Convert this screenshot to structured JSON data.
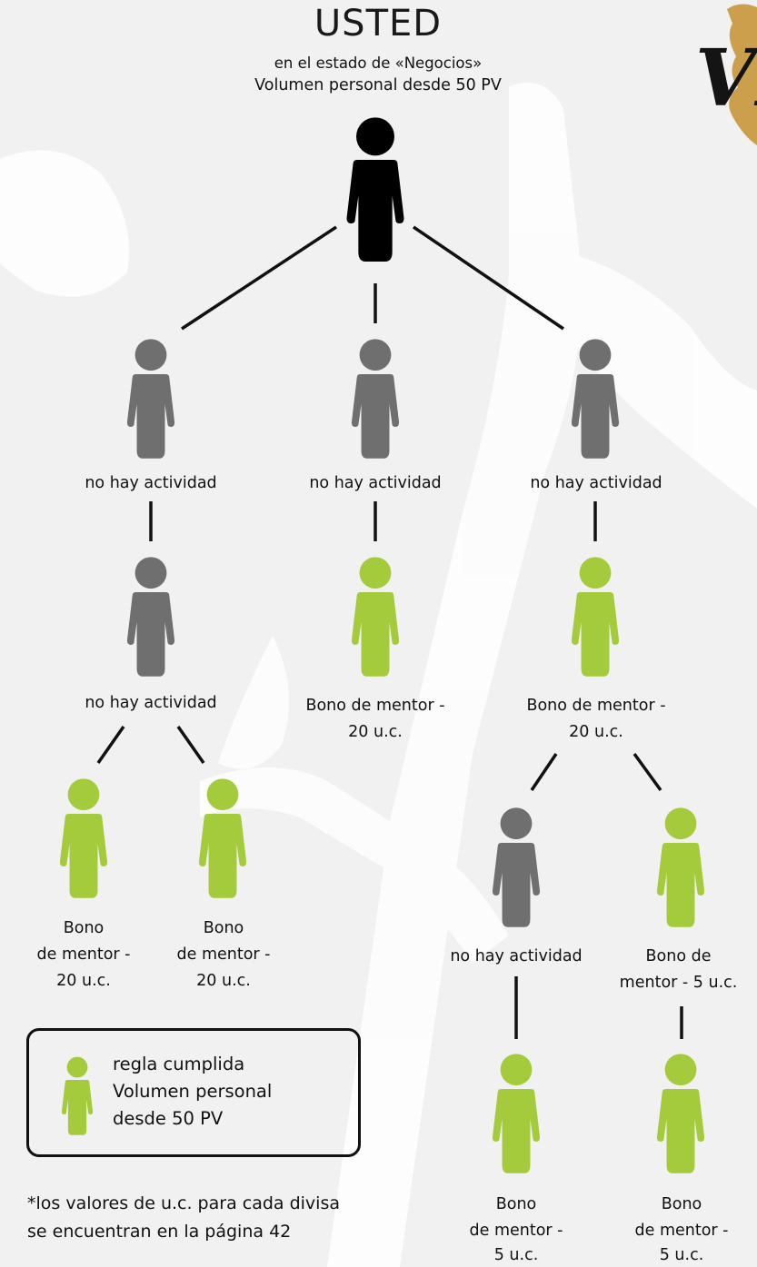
{
  "header": {
    "title": "USTED",
    "subtitle_1": "en el estado de «Negocios»",
    "subtitle_2": "Volumen personal desde 50 PV",
    "logo_text": "VI"
  },
  "colors": {
    "background": "#f1f1f1",
    "top_person": "#000000",
    "inactive_person": "#6f6f6f",
    "active_person": "#a4cb3b",
    "watermark": "#ffffff"
  },
  "labels": {
    "no_activity": "no hay actividad",
    "bono_20_a": "Bono de mentor -",
    "bono_20_b": "20 u.c.",
    "bono_20_split_a": "Bono",
    "bono_20_split_b": "de mentor -",
    "bono_5_right_a": "Bono de",
    "bono_5_right_b": "mentor - 5 u.c.",
    "bono_5_bottom_a": "Bono",
    "bono_5_bottom_b": "de mentor -",
    "bono_5_bottom_c": "5 u.c."
  },
  "legend": {
    "line_1": "regla cumplida",
    "line_2": "Volumen personal",
    "line_3": "desde 50 PV"
  },
  "footnote": {
    "line_1": "*los valores de u.c. para cada divisa",
    "line_2": "se encuentran en la página 42"
  }
}
